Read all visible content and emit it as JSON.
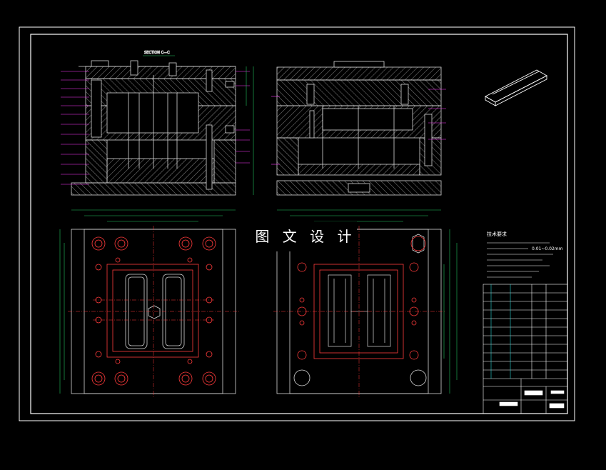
{
  "watermark_text": "图 文 设 计",
  "section_title": "SECTION C—C",
  "notes_title": "技术要求",
  "notes_tolerance": "0.01~0.02mm",
  "colors": {
    "background": "#000000",
    "frame": "#ffffff",
    "geometry": "#d8d8d8",
    "dimension": "#22c55e",
    "centerline": "#ff3b3b",
    "annotation": "#ff3bff",
    "title_block": "#ffffff",
    "title_block_accent": "#2ad4d4",
    "part_highlight": "#ffffff"
  },
  "drawing": {
    "sheet": "mold-assembly-drawing",
    "views": [
      "front-section-left",
      "front-section-right",
      "top-plan-left",
      "top-plan-right",
      "isometric-part"
    ]
  }
}
